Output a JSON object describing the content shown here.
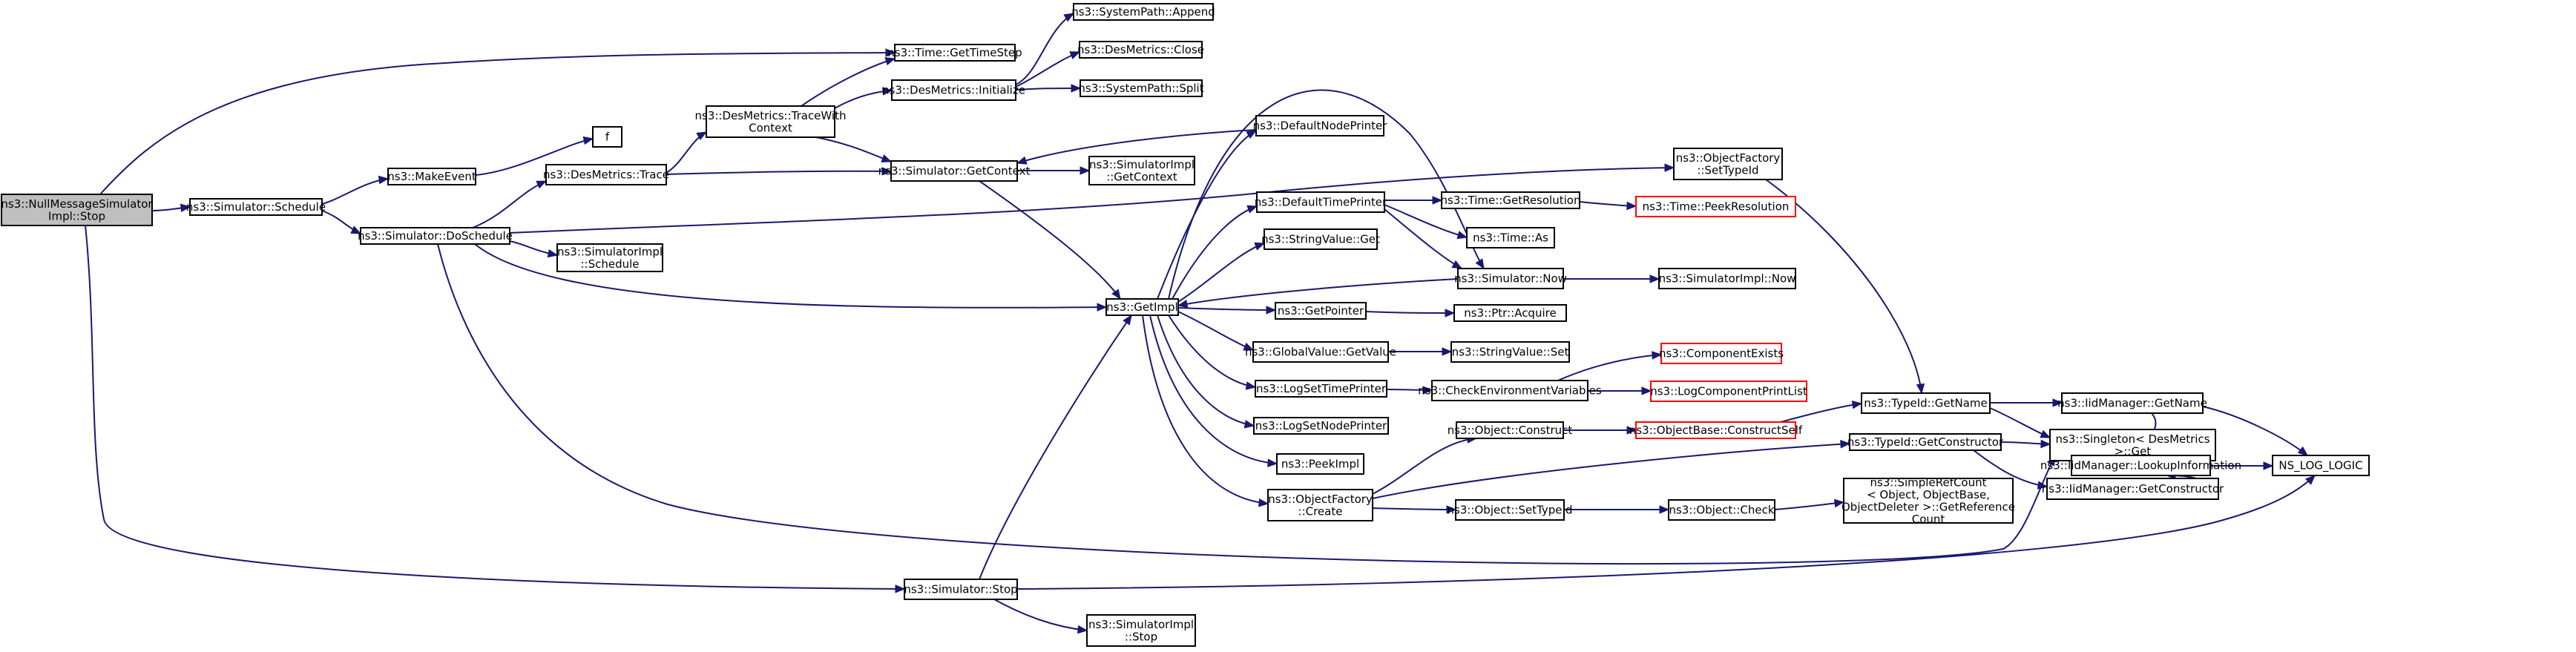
{
  "diagram": {
    "type": "call-graph",
    "colors": {
      "edge": "#191970",
      "root_fill": "#bfbfbf",
      "node_fill": "#ffffff",
      "node_border": "#000000",
      "truncated_border": "#ff0000"
    },
    "nodes": [
      {
        "id": "root",
        "lines": [
          "ns3::NullMessageSimulator",
          "Impl::Stop"
        ],
        "root": true
      },
      {
        "id": "sched",
        "lines": [
          "ns3::Simulator::Schedule"
        ]
      },
      {
        "id": "makeevent",
        "lines": [
          "ns3::MakeEvent"
        ]
      },
      {
        "id": "f",
        "lines": [
          "f"
        ]
      },
      {
        "id": "doschedule",
        "lines": [
          "ns3::Simulator::DoSchedule"
        ]
      },
      {
        "id": "destrace",
        "lines": [
          "ns3::DesMetrics::Trace"
        ]
      },
      {
        "id": "implschedule",
        "lines": [
          "ns3::SimulatorImpl",
          "::Schedule"
        ]
      },
      {
        "id": "tracewith",
        "lines": [
          "ns3::DesMetrics::TraceWith",
          "Context"
        ]
      },
      {
        "id": "gettimestep",
        "lines": [
          "ns3::Time::GetTimeStep"
        ]
      },
      {
        "id": "desinit",
        "lines": [
          "ns3::DesMetrics::Initialize"
        ]
      },
      {
        "id": "append",
        "lines": [
          "ns3::SystemPath::Append"
        ]
      },
      {
        "id": "desclose",
        "lines": [
          "ns3::DesMetrics::Close"
        ]
      },
      {
        "id": "split",
        "lines": [
          "ns3::SystemPath::Split"
        ]
      },
      {
        "id": "getcontext",
        "lines": [
          "ns3::Simulator::GetContext"
        ]
      },
      {
        "id": "implgetcontext",
        "lines": [
          "ns3::SimulatorImpl",
          "::GetContext"
        ]
      },
      {
        "id": "defaultnodeprinter",
        "lines": [
          "ns3::DefaultNodePrinter"
        ]
      },
      {
        "id": "getimpl",
        "lines": [
          "ns3::GetImpl"
        ]
      },
      {
        "id": "defaulttimeprinter",
        "lines": [
          "ns3::DefaultTimePrinter"
        ]
      },
      {
        "id": "stringvalueget",
        "lines": [
          "ns3::StringValue::Get"
        ]
      },
      {
        "id": "getpointer",
        "lines": [
          "ns3::GetPointer"
        ]
      },
      {
        "id": "globalvalueget",
        "lines": [
          "ns3::GlobalValue::GetValue"
        ]
      },
      {
        "id": "logsettimeprinter",
        "lines": [
          "ns3::LogSetTimePrinter"
        ]
      },
      {
        "id": "logsetnodeprinter",
        "lines": [
          "ns3::LogSetNodePrinter"
        ]
      },
      {
        "id": "peekimpl",
        "lines": [
          "ns3::PeekImpl"
        ]
      },
      {
        "id": "ofcreate",
        "lines": [
          "ns3::ObjectFactory",
          "::Create"
        ]
      },
      {
        "id": "ofsettypeid",
        "lines": [
          "ns3::ObjectFactory",
          "::SetTypeId"
        ]
      },
      {
        "id": "getresolution",
        "lines": [
          "ns3::Time::GetResolution"
        ]
      },
      {
        "id": "peekresolution",
        "lines": [
          "ns3::Time::PeekResolution"
        ],
        "truncated": true
      },
      {
        "id": "timeas",
        "lines": [
          "ns3::Time::As"
        ]
      },
      {
        "id": "simnow",
        "lines": [
          "ns3::Simulator::Now"
        ]
      },
      {
        "id": "implnow",
        "lines": [
          "ns3::SimulatorImpl::Now"
        ]
      },
      {
        "id": "ptracquire",
        "lines": [
          "ns3::Ptr::Acquire"
        ]
      },
      {
        "id": "stringvalueset",
        "lines": [
          "ns3::StringValue::Set"
        ]
      },
      {
        "id": "checkenv",
        "lines": [
          "ns3::CheckEnvironmentVariables"
        ]
      },
      {
        "id": "compexists",
        "lines": [
          "ns3::ComponentExists"
        ],
        "truncated": true
      },
      {
        "id": "logcompprint",
        "lines": [
          "ns3::LogComponentPrintList"
        ],
        "truncated": true
      },
      {
        "id": "objconstruct",
        "lines": [
          "ns3::Object::Construct"
        ]
      },
      {
        "id": "constructself",
        "lines": [
          "ns3::ObjectBase::ConstructSelf"
        ],
        "truncated": true
      },
      {
        "id": "objsettypeid",
        "lines": [
          "ns3::Object::SetTypeId"
        ]
      },
      {
        "id": "objcheck",
        "lines": [
          "ns3::Object::Check"
        ]
      },
      {
        "id": "simplerefcount",
        "lines": [
          "ns3::SimpleRefCount",
          "< Object, ObjectBase,",
          "ObjectDeleter >::GetReference",
          "Count"
        ]
      },
      {
        "id": "typeidgetname",
        "lines": [
          "ns3::TypeId::GetName"
        ]
      },
      {
        "id": "typeidgetctor",
        "lines": [
          "ns3::TypeId::GetConstructor"
        ]
      },
      {
        "id": "iidgetname",
        "lines": [
          "ns3::IidManager::GetName"
        ]
      },
      {
        "id": "singletonget",
        "lines": [
          "ns3::Singleton< DesMetrics",
          ">::Get"
        ]
      },
      {
        "id": "iidgetctor",
        "lines": [
          "ns3::IidManager::GetConstructor"
        ]
      },
      {
        "id": "lookupinfo",
        "lines": [
          "ns3::IidManager::LookupInformation"
        ]
      },
      {
        "id": "nslog",
        "lines": [
          "NS_LOG_LOGIC"
        ]
      },
      {
        "id": "simstop",
        "lines": [
          "ns3::Simulator::Stop"
        ]
      },
      {
        "id": "implstop",
        "lines": [
          "ns3::SimulatorImpl",
          "::Stop"
        ]
      }
    ]
  }
}
